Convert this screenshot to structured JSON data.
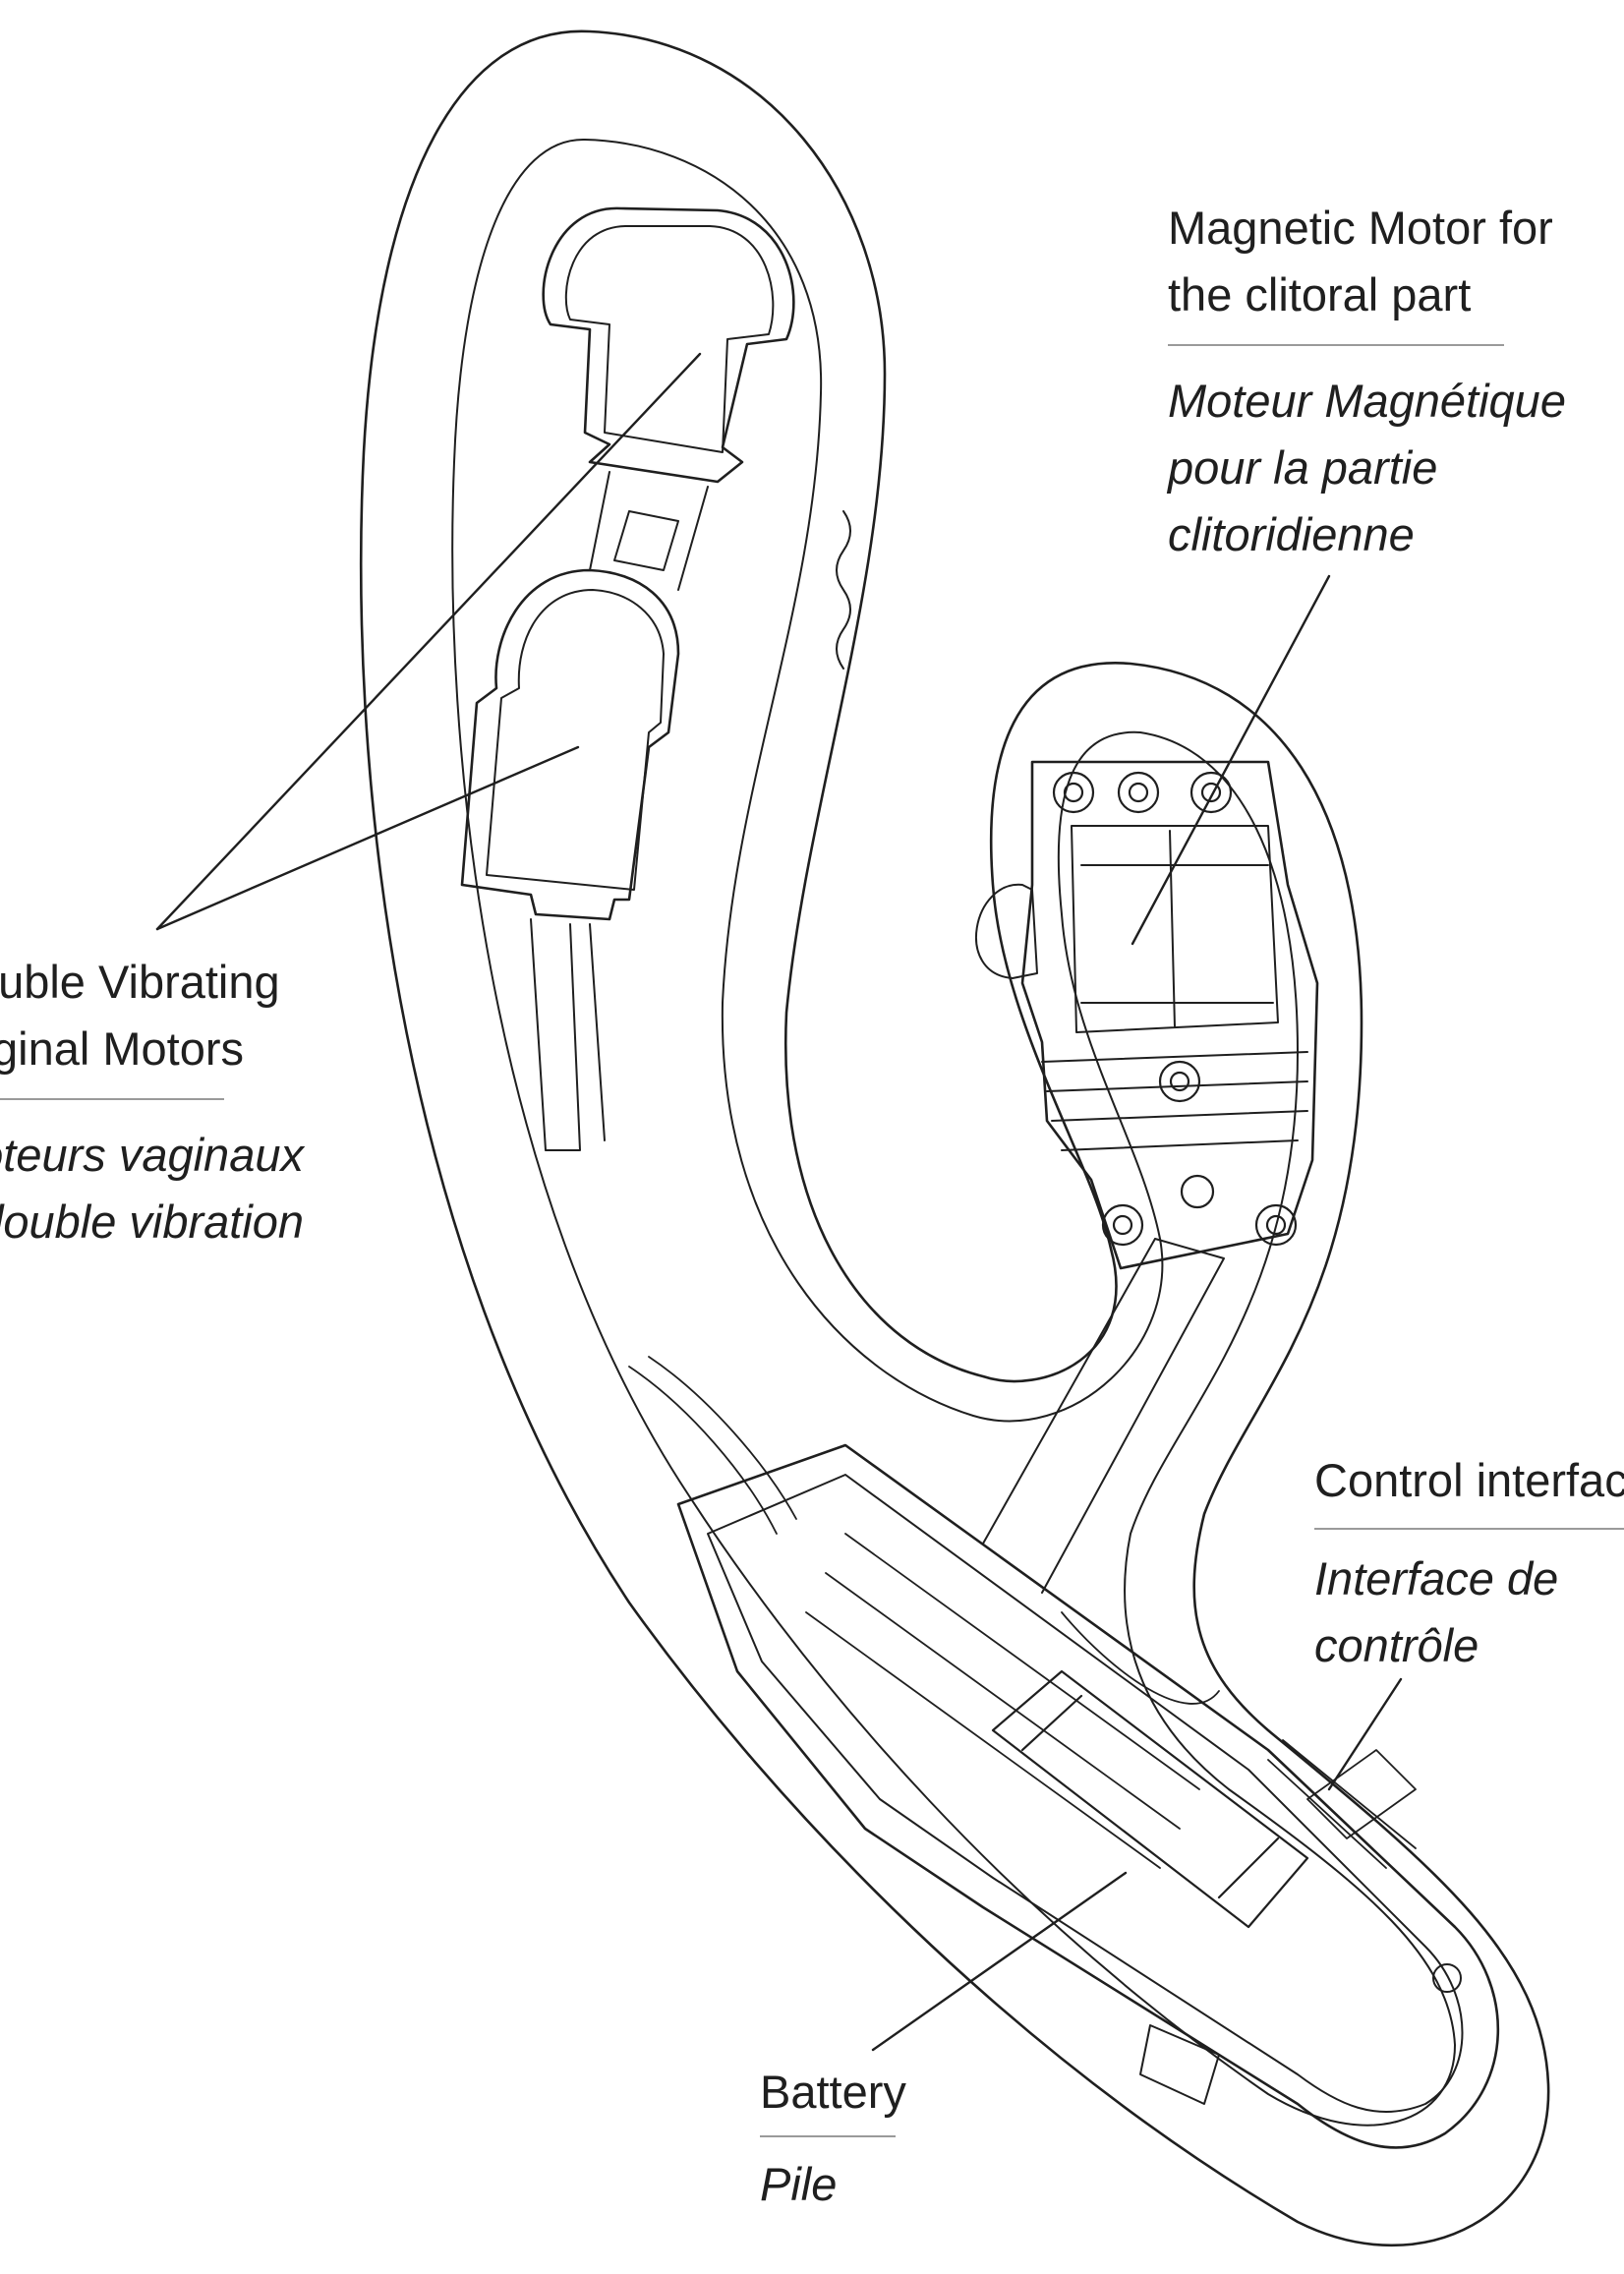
{
  "labels": {
    "vibrating_motors": {
      "en_line1": "Double Vibrating",
      "en_line2": "Vaginal Motors",
      "fr_line1": "Moteurs vaginaux",
      "fr_line2": "à double vibration"
    },
    "magnetic_motor": {
      "en_line1": "Magnetic Motor for",
      "en_line2": "the clitoral part",
      "fr_line1": "Moteur Magnétique",
      "fr_line2": "pour la partie",
      "fr_line3": "clitoridienne"
    },
    "control_interface": {
      "en_line1": "Control interface",
      "fr_line1": "Interface de",
      "fr_line2": "contrôle"
    },
    "battery": {
      "en_line1": "Battery",
      "fr_line1": "Pile"
    }
  },
  "colors": {
    "line": "#1f1f1f",
    "rule": "#9a9a9a",
    "background": "#ffffff"
  }
}
